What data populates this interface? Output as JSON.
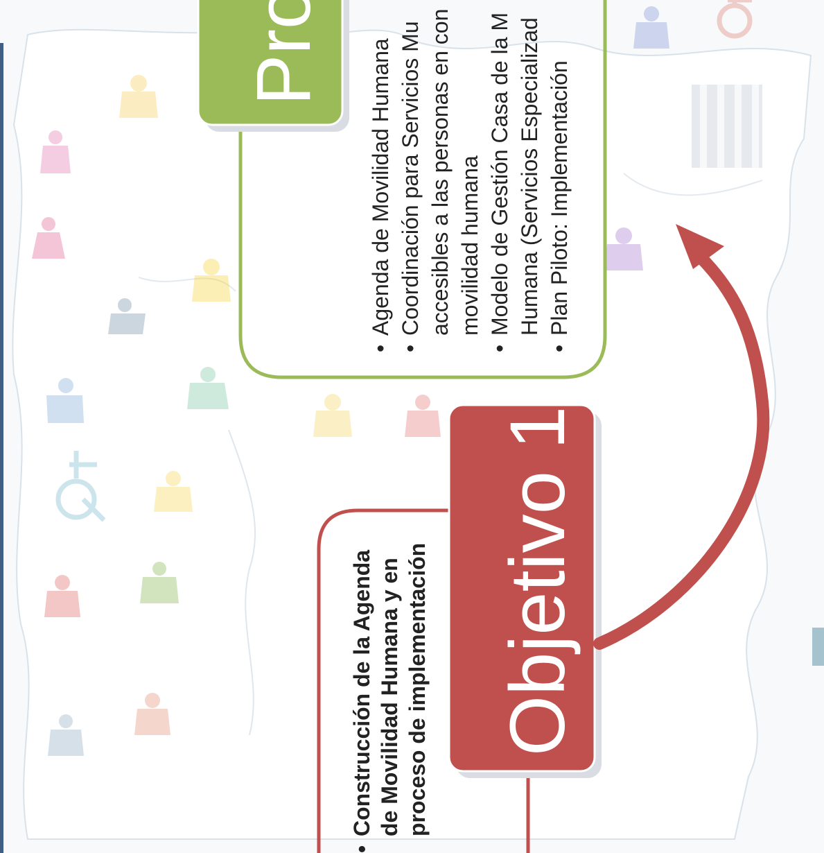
{
  "objective": {
    "title": "Objetivo 1",
    "bullets": [
      "Construcción de la Agenda de Movilidad Humana y en proceso de implementación"
    ]
  },
  "products": {
    "title": "Pro",
    "bullets": [
      "Agenda de Movilidad Humana",
      "Coordinación para Servicios Mu accesibles a las personas en con movilidad humana",
      "Modelo de Gestión Casa de la M Humana (Servicios Especializad",
      "Plan Piloto: Implementación"
    ]
  },
  "colors": {
    "objective": "#c0504d",
    "products": "#9bbb59",
    "arrow": "#c0504d"
  },
  "icons": [
    "people-silhouette-icon",
    "wheelchair-icon",
    "prison-icon"
  ]
}
